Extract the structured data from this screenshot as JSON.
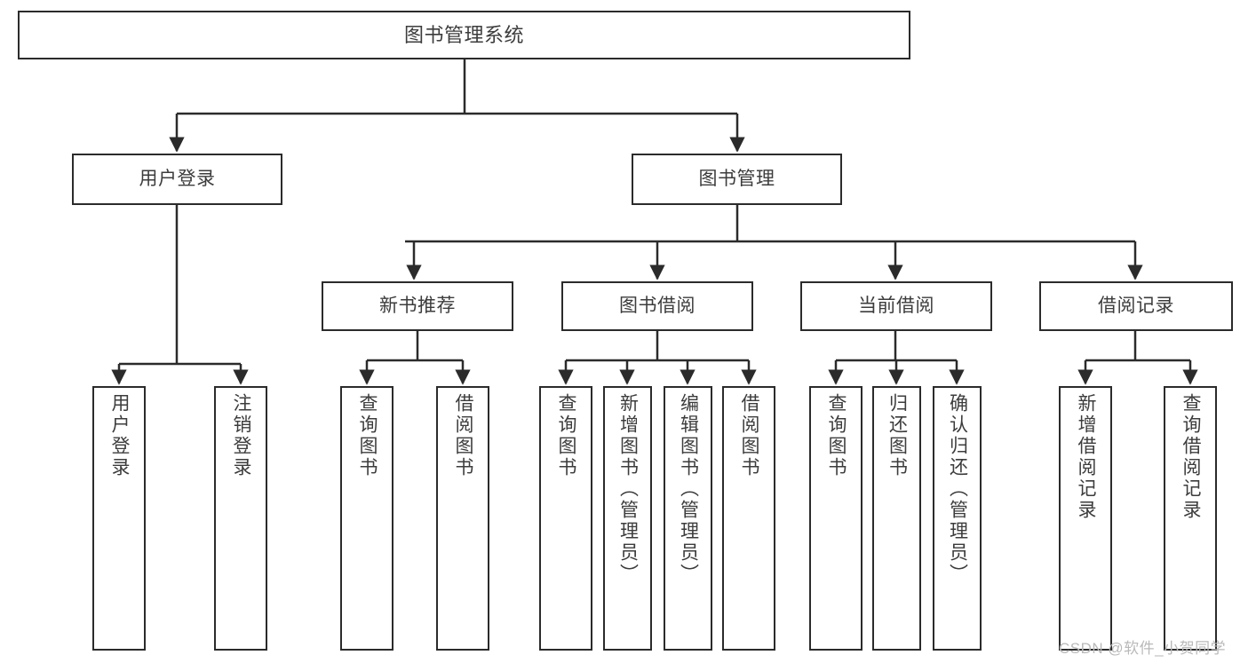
{
  "diagram": {
    "title": "图书管理系统",
    "watermark": "CSDN @软件_小贺同学",
    "stroke_color": "#2b2b2b",
    "text_color": "#3c3c3c",
    "background_color": "#ffffff",
    "levels": {
      "l1": [
        "图书管理系统"
      ],
      "l2": [
        "用户登录",
        "图书管理"
      ],
      "l3": [
        "新书推荐",
        "图书借阅",
        "当前借阅",
        "借阅记录"
      ],
      "l4": [
        "用户登录",
        "注销登录",
        "查询图书",
        "借阅图书",
        "查询图书",
        "新增图书（管理员）",
        "编辑图书（管理员）",
        "借阅图书",
        "查询图书",
        "归还图书",
        "确认归还（管理员）",
        "新增借阅记录",
        "查询借阅记录"
      ]
    },
    "nodes": {
      "root": {
        "label": "图书管理系统"
      },
      "user_login": {
        "label": "用户登录"
      },
      "book_manage": {
        "label": "图书管理"
      },
      "new_book_rec": {
        "label": "新书推荐"
      },
      "book_borrow": {
        "label": "图书借阅"
      },
      "current_borrow": {
        "label": "当前借阅"
      },
      "borrow_record": {
        "label": "借阅记录"
      },
      "leaf_user_login": {
        "label": "用户登录"
      },
      "leaf_logout": {
        "label": "注销登录"
      },
      "leaf_query_book_a": {
        "label": "查询图书"
      },
      "leaf_borrow_book_a": {
        "label": "借阅图书"
      },
      "leaf_query_book_b": {
        "label": "查询图书"
      },
      "leaf_add_book": {
        "label": "新增图书（管理员）"
      },
      "leaf_edit_book": {
        "label": "编辑图书（管理员）"
      },
      "leaf_borrow_book_b": {
        "label": "借阅图书"
      },
      "leaf_query_book_c": {
        "label": "查询图书"
      },
      "leaf_return_book": {
        "label": "归还图书"
      },
      "leaf_confirm_return": {
        "label": "确认归还（管理员）"
      },
      "leaf_add_record": {
        "label": "新增借阅记录"
      },
      "leaf_query_record": {
        "label": "查询借阅记录"
      }
    }
  }
}
